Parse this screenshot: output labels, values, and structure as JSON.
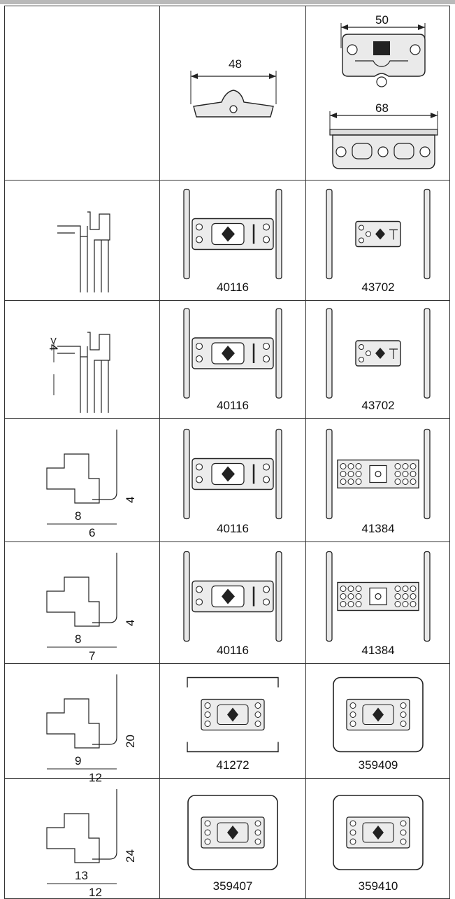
{
  "header": {
    "dims": {
      "a": "48",
      "b": "50",
      "c": "68"
    }
  },
  "rows": [
    {
      "profile_dims": [],
      "left_code": "40116",
      "right_code": "43702"
    },
    {
      "profile_dims": [
        ">4"
      ],
      "left_code": "40116",
      "right_code": "43702"
    },
    {
      "profile_dims": [
        "8",
        "6",
        "4"
      ],
      "left_code": "40116",
      "right_code": "41384"
    },
    {
      "profile_dims": [
        "8",
        "7",
        "4"
      ],
      "left_code": "40116",
      "right_code": "41384"
    },
    {
      "profile_dims": [
        "9",
        "12",
        "20"
      ],
      "left_code": "41272",
      "right_code": "359409"
    },
    {
      "profile_dims": [
        "13",
        "12",
        "24"
      ],
      "left_code": "359407",
      "right_code": "359410"
    }
  ],
  "icons": {
    "logo": "maco-logo-icon"
  },
  "colors": {
    "line": "#333333",
    "top_bar": "#b9b9b9"
  }
}
